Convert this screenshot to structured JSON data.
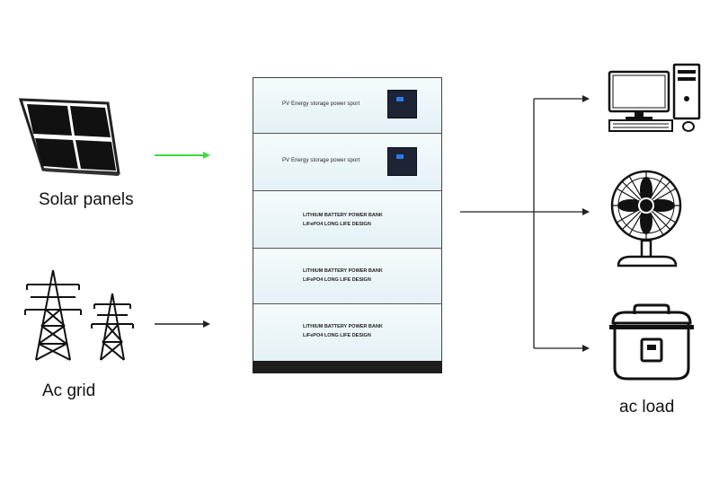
{
  "sources": {
    "solar_label": "Solar panels",
    "grid_label": "Ac grid"
  },
  "loads": {
    "label": "ac load"
  },
  "cabinet": {
    "inverters": [
      {
        "text": "PV Energy storage power sport"
      },
      {
        "text": "PV Energy storage power sport"
      }
    ],
    "batteries": [
      {
        "line1": "LITHIUM BATTERY POWER BANK",
        "line2": "LiFePO4 LONG LIFE DESIGN"
      },
      {
        "line1": "LITHIUM BATTERY POWER BANK",
        "line2": "LiFePO4 LONG LIFE DESIGN"
      },
      {
        "line1": "LITHIUM BATTERY POWER BANK",
        "line2": "LiFePO4 LONG LIFE DESIGN"
      }
    ]
  },
  "colors": {
    "solar_arrow": "#3ddc3d",
    "grid_arrow": "#222222",
    "screen": "#1c2436",
    "screen_indicator": "#2d7be6"
  },
  "icons": [
    "solar-panel-icon",
    "power-tower-icon",
    "computer-icon",
    "fan-icon",
    "rice-cooker-icon"
  ]
}
